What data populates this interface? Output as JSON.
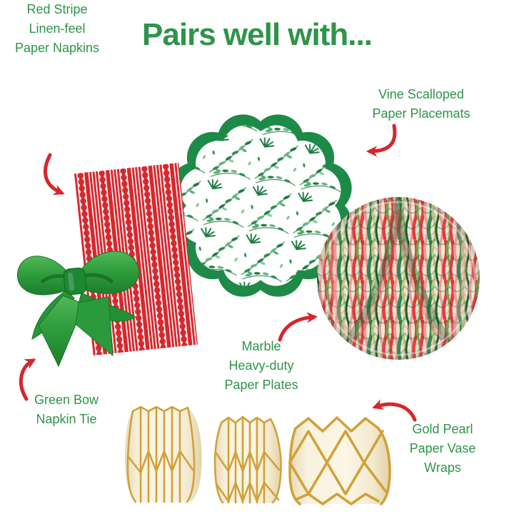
{
  "title": "Pairs well with...",
  "palette": {
    "text_green": "#2E9449",
    "arrow_red": "#D6262C",
    "napkin_red": "#D7282E",
    "placemat_green": "#1E8A48",
    "vine_green": "#2F8F4E",
    "bow_green": "#2F9E3E",
    "marble_red": "#E23B3F",
    "marble_pink": "#EE9D96",
    "marble_green": "#2C8A4E",
    "gold": "#D1A13A",
    "cream": "#F8F2DD"
  },
  "labels": {
    "napkins": {
      "lines": [
        "Red Stripe",
        "Linen-feel",
        "Paper Napkins"
      ]
    },
    "placemats": {
      "lines": [
        "Vine Scalloped",
        "Paper Placemats"
      ]
    },
    "bow": {
      "lines": [
        "Green Bow",
        "Napkin Tie"
      ]
    },
    "plates": {
      "lines": [
        "Marble",
        "Heavy-duty",
        "Paper Plates"
      ]
    },
    "vase_wraps": {
      "lines": [
        "Gold Pearl",
        "Paper Vase",
        "Wraps"
      ]
    }
  }
}
